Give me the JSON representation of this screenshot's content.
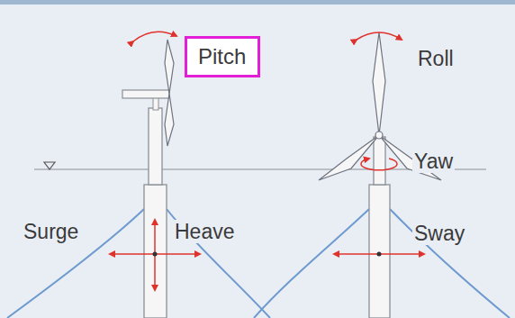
{
  "diagram": {
    "nodes": [
      {
        "text": [
          "Pitch"
        ]
      }
    ],
    "labels": [
      "Roll",
      "Yaw",
      "Surge",
      "Heave",
      "Sway"
    ]
  }
}
